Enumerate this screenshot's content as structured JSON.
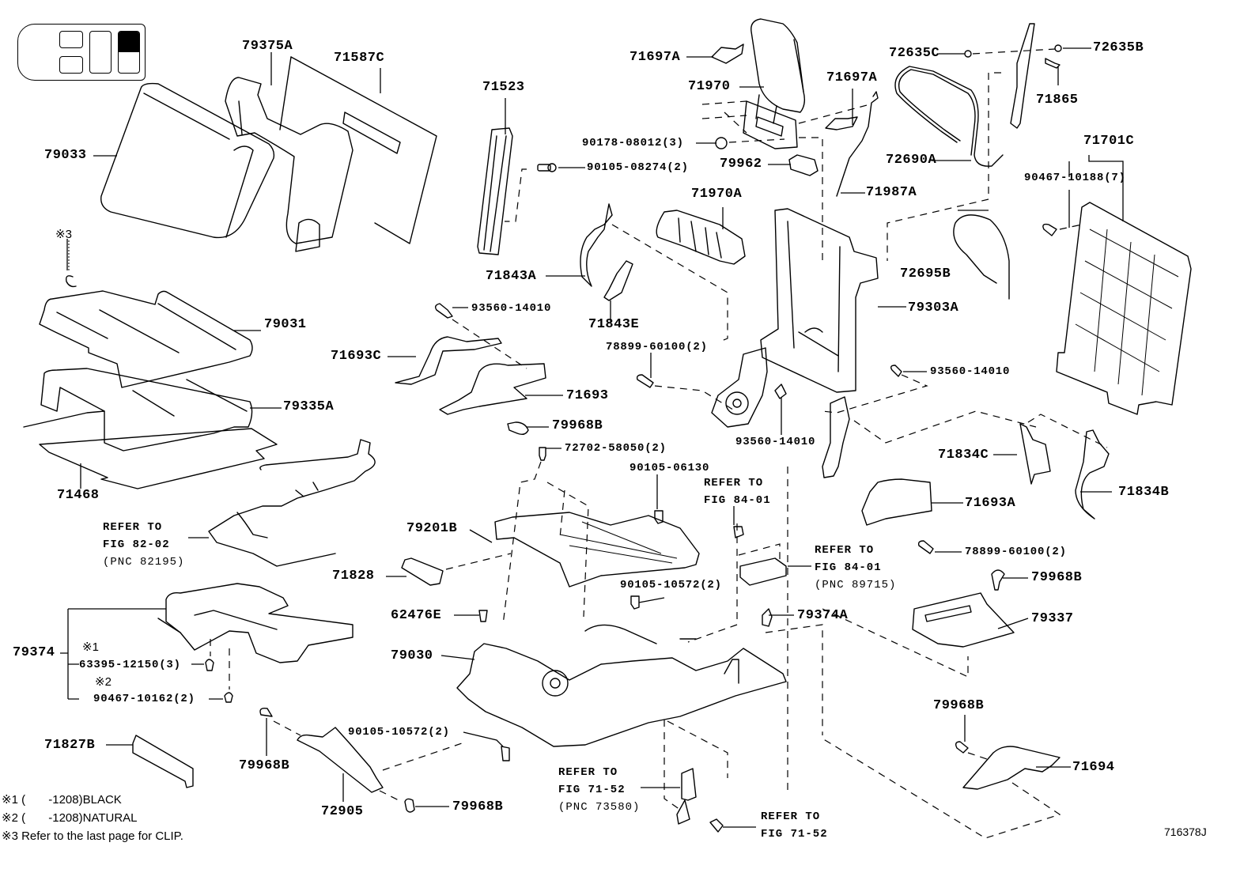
{
  "figure": {
    "id": "716378J",
    "subject": "Rear seat assembly exploded parts diagram"
  },
  "locator_icon": {
    "name": "seat-position-locator",
    "highlighted_cell": "rear-right-upper"
  },
  "labels": {
    "p79375A": "79375A",
    "p71587C": "71587C",
    "p79033": "79033",
    "note3_mark": "※3",
    "p79031": "79031",
    "p79335A": "79335A",
    "p71468": "71468",
    "p71523": "71523",
    "p90105_08274": "90105-08274(2)",
    "p71697A_top": "71697A",
    "p71970": "71970",
    "p90178_08012": "90178-08012(3)",
    "p79962": "79962",
    "p71970A": "71970A",
    "p71697A_right": "71697A",
    "p71987A": "71987A",
    "p72635C": "72635C",
    "p72635B": "72635B",
    "p71865": "71865",
    "p72690A": "72690A",
    "p71701C": "71701C",
    "p90467_10188": "90467-10188(7)",
    "p72695B": "72695B",
    "p79303A": "79303A",
    "p71843A": "71843A",
    "p71843E": "71843E",
    "p93560_14010_a": "93560-14010",
    "p71693C": "71693C",
    "p71693": "71693",
    "p79968B_a": "79968B",
    "p78899_60100_a": "78899-60100(2)",
    "p93560_14010_b": "93560-14010",
    "p93560_14010_c": "93560-14010",
    "p72702_58050": "72702-58050(2)",
    "p90105_06130": "90105-06130",
    "p71834C": "71834C",
    "p71834B": "71834B",
    "p71693A": "71693A",
    "p78899_60100_b": "78899-60100(2)",
    "p79968B_b": "79968B",
    "p79337": "79337",
    "p79201B": "79201B",
    "p71828": "71828",
    "p90105_10572_a": "90105-10572(2)",
    "p62476E": "62476E",
    "p79030": "79030",
    "p79374A": "79374A",
    "p79374": "79374",
    "note1_mark": "※1",
    "p63395_12150": "63395-12150(3)",
    "note2_mark": "※2",
    "p90467_10162": "90467-10162(2)",
    "p71827B": "71827B",
    "p79968B_c": "79968B",
    "p72905": "72905",
    "p90105_10572_b": "90105-10572(2)",
    "p79968B_d": "79968B",
    "p79968B_e": "79968B",
    "p71694": "71694"
  },
  "references": {
    "ref_82_02": [
      "REFER TO",
      "FIG 82-02",
      "(PNC 82195)"
    ],
    "ref_84_01_a": [
      "REFER TO",
      "FIG 84-01"
    ],
    "ref_84_01_b": [
      "REFER TO",
      "FIG 84-01",
      "(PNC 89715)"
    ],
    "ref_71_52_a": [
      "REFER TO",
      "FIG 71-52",
      "(PNC 73580)"
    ],
    "ref_71_52_b": [
      "REFER TO",
      "FIG 71-52"
    ]
  },
  "footnotes": [
    "※1 (       -1208)BLACK",
    "※2 (       -1208)NATURAL",
    "※3 Refer to the last page for CLIP."
  ]
}
